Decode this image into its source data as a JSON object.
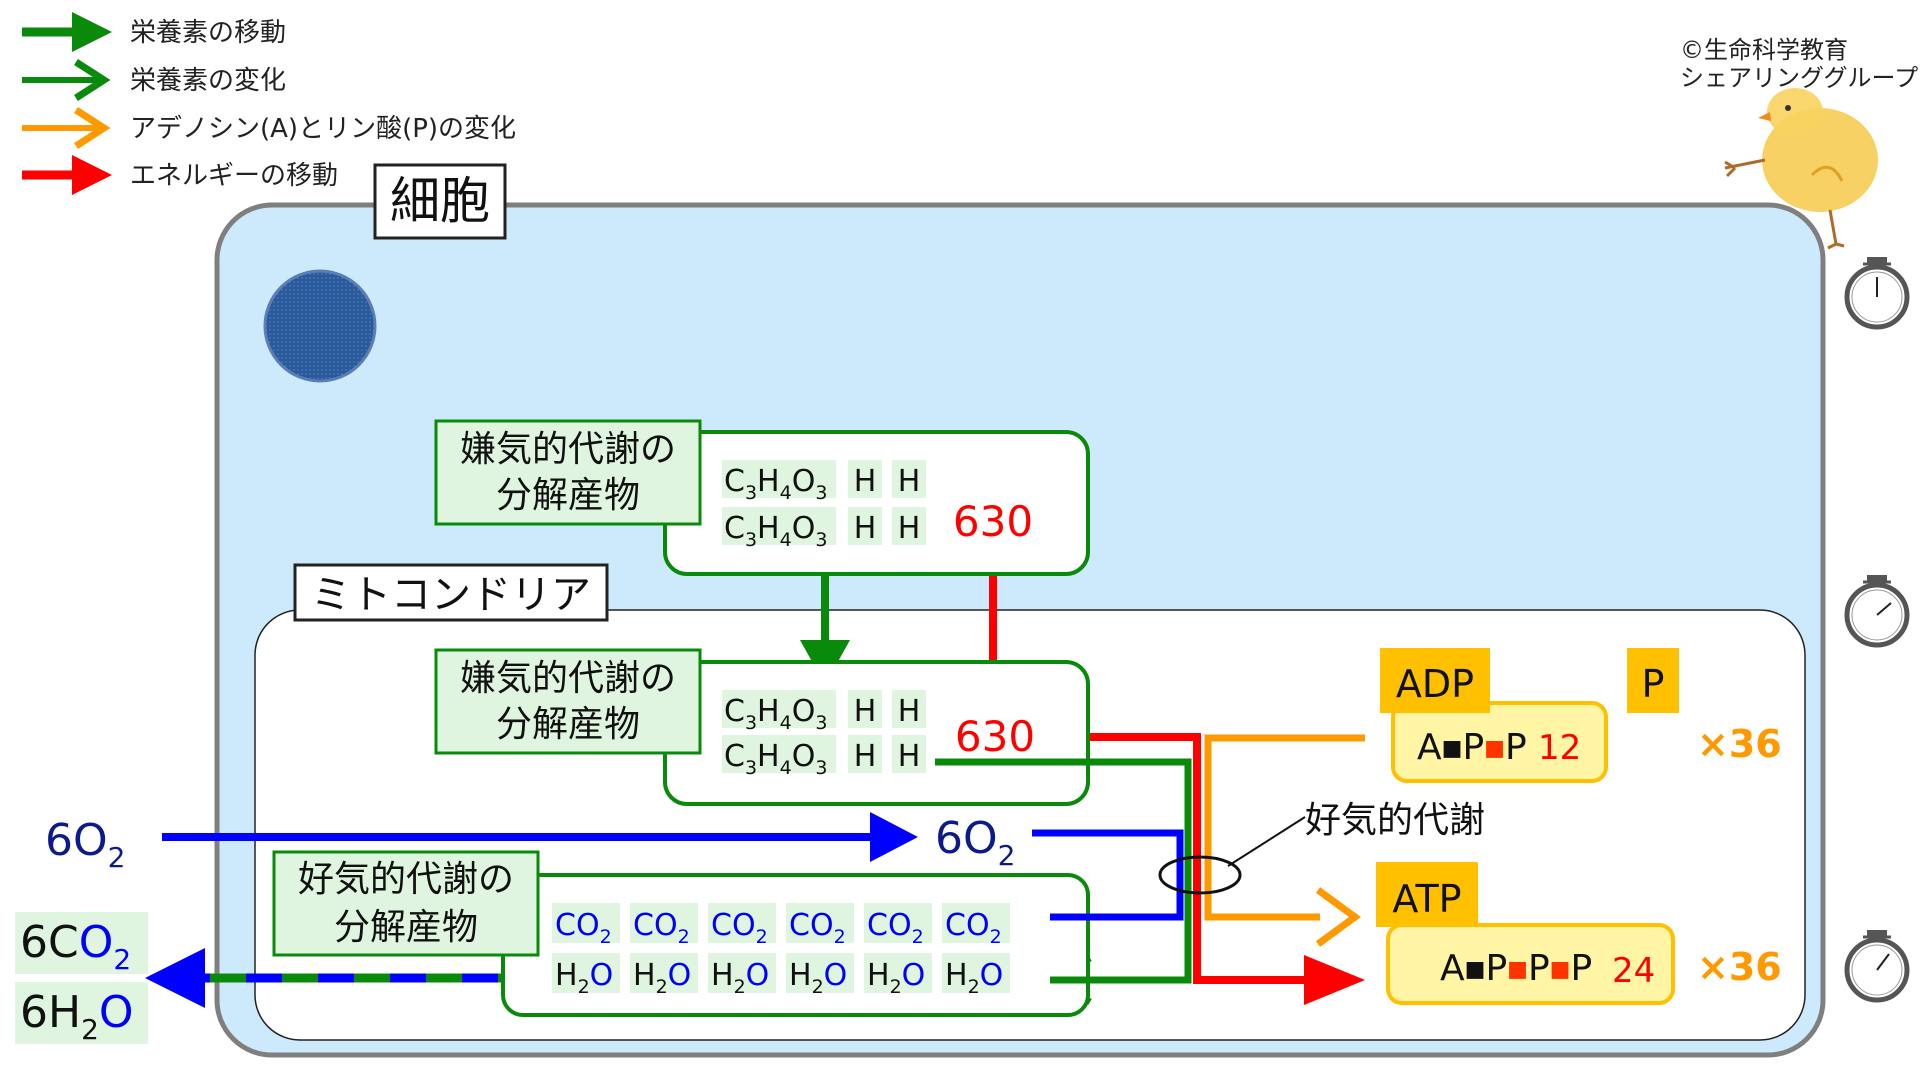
{
  "legend": [
    {
      "label": "栄養素の移動",
      "color": "#0a8a0a"
    },
    {
      "label": "栄養素の変化",
      "color": "#0a8a0a"
    },
    {
      "label": "アデノシン(A)とリン酸(P)の変化",
      "color": "#ff9900"
    },
    {
      "label": "エネルギーの移動",
      "color": "#ff0000"
    }
  ],
  "credit": {
    "line1": "©生命科学教育",
    "line2": "シェアリンググループ"
  },
  "cell": {
    "label": "細胞"
  },
  "mito": {
    "label": "ミトコンドリア"
  },
  "anaerobic_top": {
    "title1": "嫌気的代謝の",
    "title2": "分解産物",
    "molecule": "C3H4O3",
    "h": "H",
    "energy": "630"
  },
  "anaerobic_mito": {
    "title1": "嫌気的代謝の",
    "title2": "分解産物",
    "molecule": "C3H4O3",
    "h": "H",
    "energy": "630"
  },
  "aerobic_products": {
    "title1": "好気的代謝の",
    "title2": "分解産物",
    "co2": "CO2",
    "h2o": "H2O"
  },
  "aerobic_label": "好気的代謝",
  "oxygen": {
    "outside": "6O2",
    "inside": "6O2"
  },
  "outputs": {
    "co2": "6CO2",
    "h2o": "6H2O"
  },
  "adp": {
    "label": "ADP",
    "formula": "A-P-P",
    "value": "12",
    "phosphate": "P",
    "multiplier": "×36"
  },
  "atp": {
    "label": "ATP",
    "formula": "A-P-P-P",
    "value": "24",
    "multiplier": "×36"
  },
  "colors": {
    "cell_fill": "#cdeafc",
    "border": "#7f7f7f",
    "green": "#0a8a0a",
    "red": "#ff0000",
    "orange": "#ff9900",
    "blue": "#0000ff",
    "navy": "#0d1a8c",
    "label_green_fill": "#dff5df",
    "yellow_fill": "#fff5a5",
    "orange_box": "#ffc000"
  }
}
